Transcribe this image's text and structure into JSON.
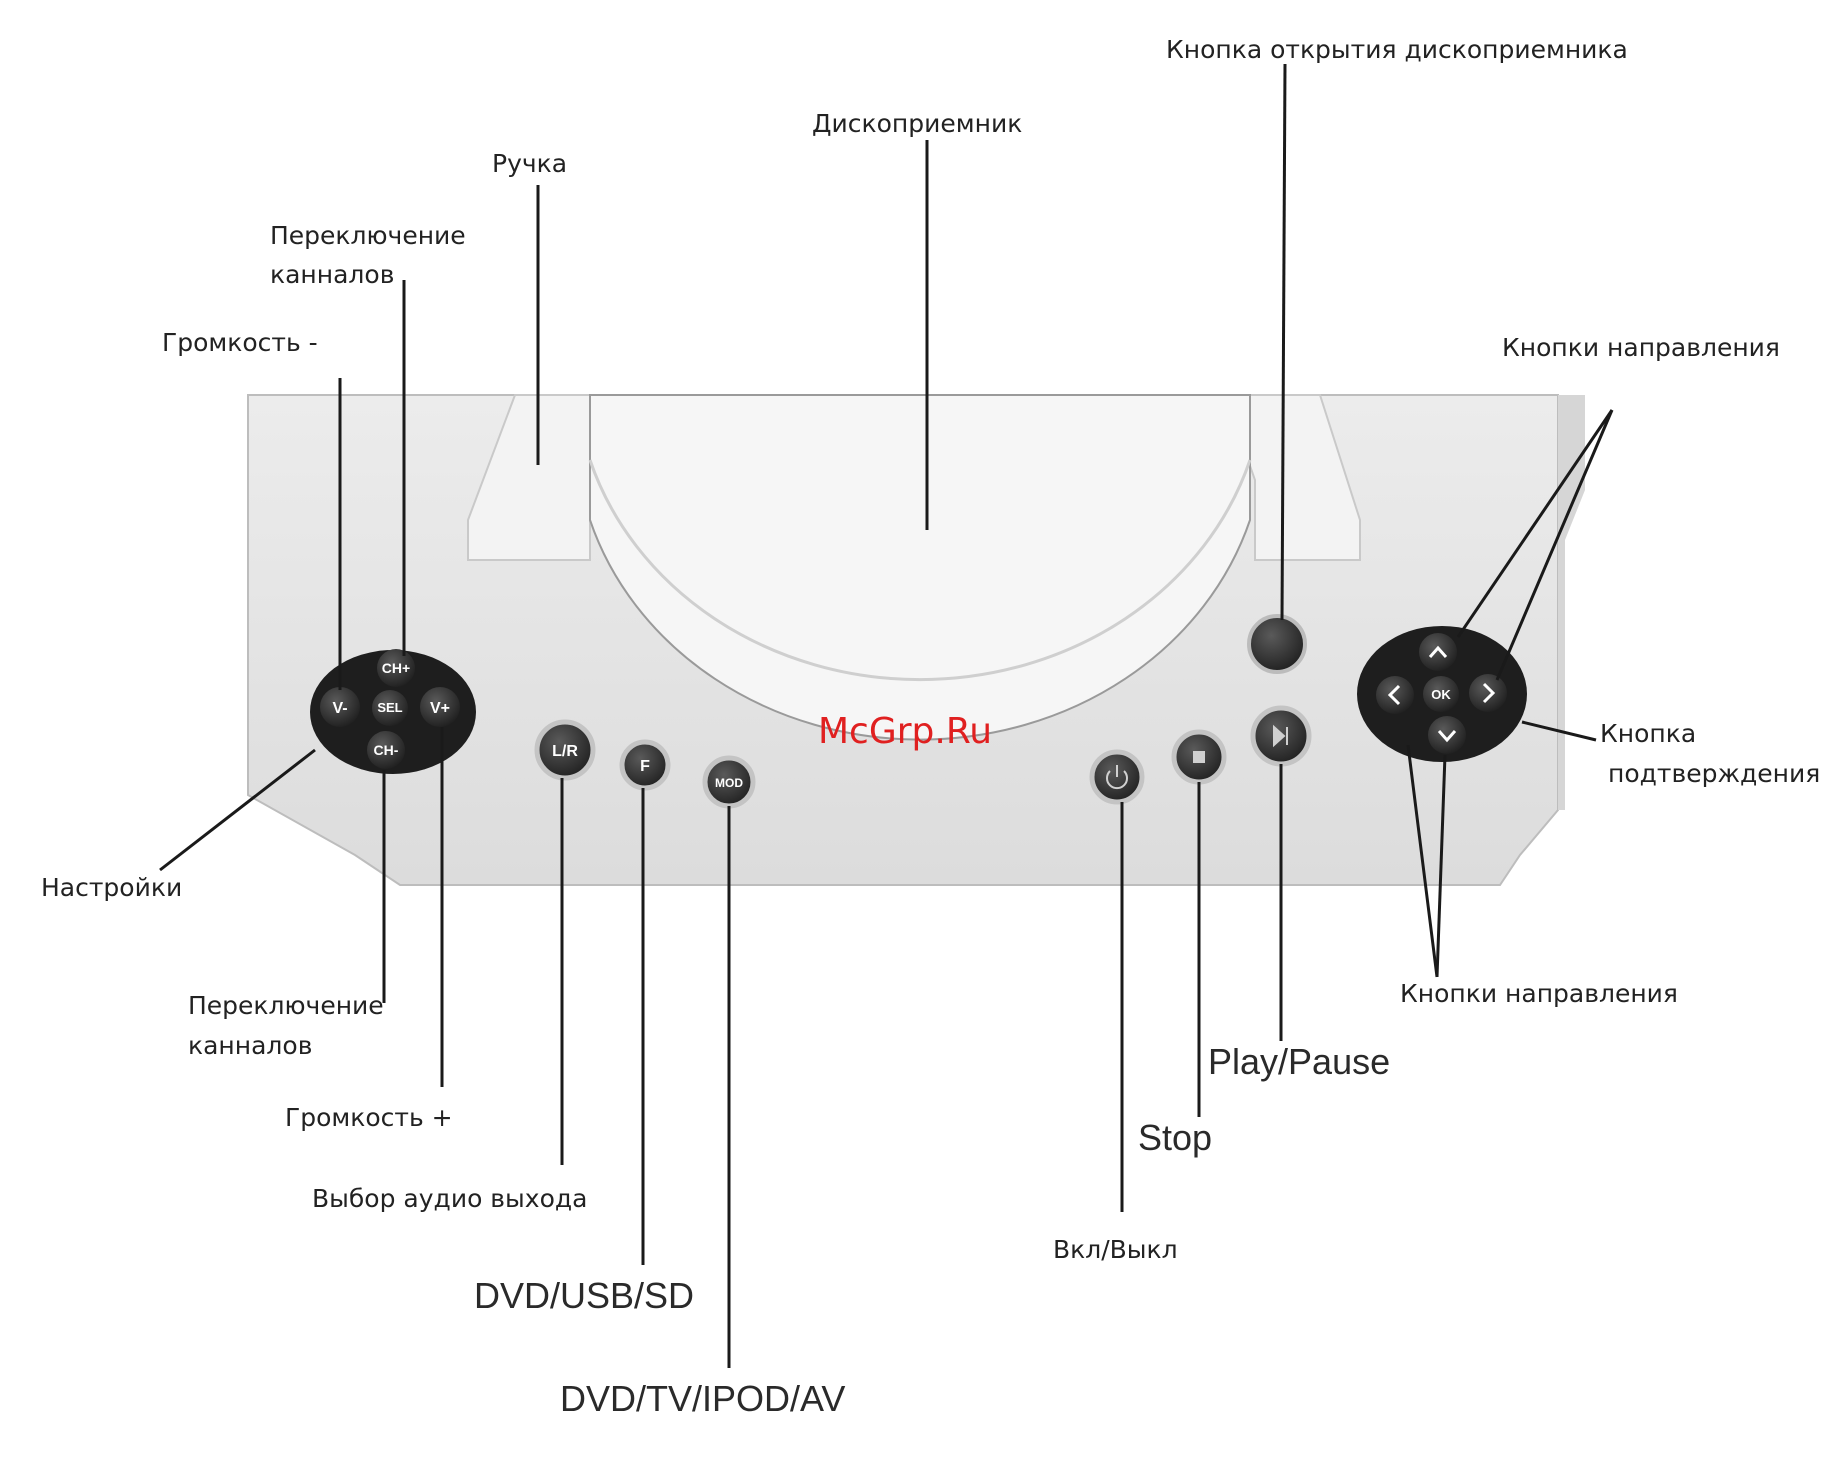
{
  "labels": {
    "tray_open_button": "Кнопка открытия дископриемника",
    "disc_tray": "Дископриемник",
    "handle": "Ручка",
    "channel_switch_top_1": "Переключение",
    "channel_switch_top_2": "канналов",
    "volume_minus": "Громкость -",
    "direction_buttons_top": "Кнопки направления",
    "confirm_button_1": "Кнопка",
    "confirm_button_2": "подтверждения",
    "settings": "Настройки",
    "channel_switch_bottom_1": "Переключение",
    "channel_switch_bottom_2": "канналов",
    "volume_plus": "Громкость +",
    "audio_output_select": "Выбор аудио выхода",
    "source_dvd_usb_sd": "DVD/USB/SD",
    "mode_dvd_tv_ipod_av": "DVD/TV/IPOD/AV",
    "power": "Вкл/Выкл",
    "stop": "Stop",
    "play_pause": "Play/Pause",
    "direction_buttons_bottom": "Кнопки направления"
  },
  "buttons": {
    "ch_plus": "CH+",
    "ch_minus": "CH-",
    "v_minus": "V-",
    "v_plus": "V+",
    "sel": "SEL",
    "lr": "L/R",
    "f": "F",
    "mod": "MOD",
    "ok": "OK"
  },
  "watermark": "McGrp.Ru",
  "colors": {
    "panel": "#e6e6e6",
    "button": "#2b2b2b",
    "leader": "#1a1a1a",
    "watermark": "#e02020"
  }
}
